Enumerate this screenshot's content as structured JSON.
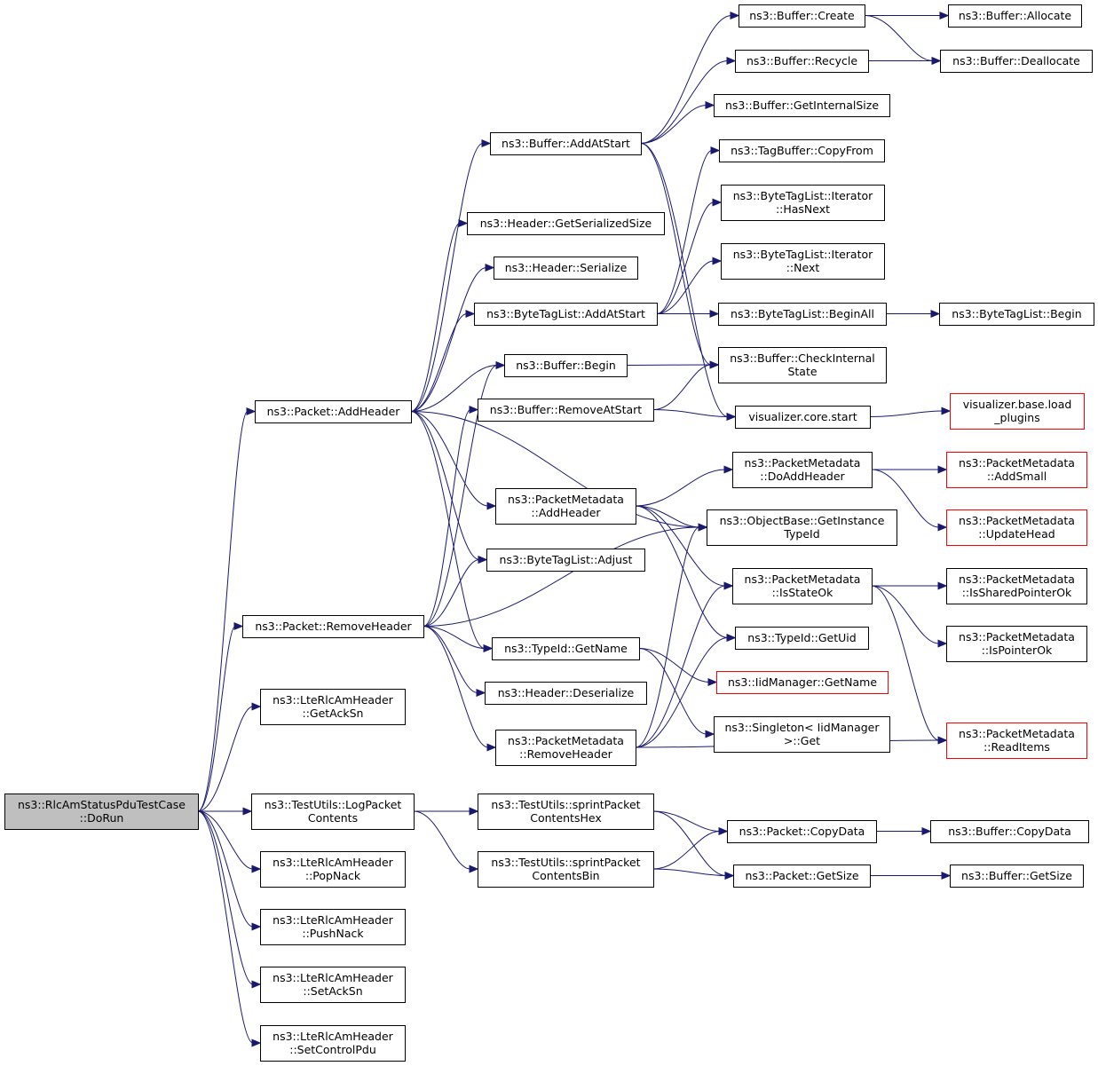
{
  "diagram": {
    "root": "DoRun",
    "colors": {
      "edge": "#191970",
      "root_fill": "#bfbfbf",
      "node_border": "#000000",
      "truncated_border": "#ff0000"
    },
    "nodes": [
      {
        "id": "DoRun",
        "lines": [
          "ns3::RlcAmStatusPduTestCase",
          "::DoRun"
        ],
        "root": true
      },
      {
        "id": "AddHeader",
        "lines": [
          "ns3::Packet::AddHeader"
        ]
      },
      {
        "id": "RemoveHeader",
        "lines": [
          "ns3::Packet::RemoveHeader"
        ]
      },
      {
        "id": "GetAckSn",
        "lines": [
          "ns3::LteRlcAmHeader",
          "::GetAckSn"
        ]
      },
      {
        "id": "LogPacketContents",
        "lines": [
          "ns3::TestUtils::LogPacket",
          "Contents"
        ]
      },
      {
        "id": "PopNack",
        "lines": [
          "ns3::LteRlcAmHeader",
          "::PopNack"
        ]
      },
      {
        "id": "PushNack",
        "lines": [
          "ns3::LteRlcAmHeader",
          "::PushNack"
        ]
      },
      {
        "id": "SetAckSn",
        "lines": [
          "ns3::LteRlcAmHeader",
          "::SetAckSn"
        ]
      },
      {
        "id": "SetControlPdu",
        "lines": [
          "ns3::LteRlcAmHeader",
          "::SetControlPdu"
        ]
      },
      {
        "id": "SprintHex",
        "lines": [
          "ns3::TestUtils::sprintPacket",
          "ContentsHex"
        ]
      },
      {
        "id": "SprintBin",
        "lines": [
          "ns3::TestUtils::sprintPacket",
          "ContentsBin"
        ]
      },
      {
        "id": "BufAddAtStart",
        "lines": [
          "ns3::Buffer::AddAtStart"
        ]
      },
      {
        "id": "HdrGetSerSize",
        "lines": [
          "ns3::Header::GetSerializedSize"
        ]
      },
      {
        "id": "HdrSerialize",
        "lines": [
          "ns3::Header::Serialize"
        ]
      },
      {
        "id": "BTLAddAtStart",
        "lines": [
          "ns3::ByteTagList::AddAtStart"
        ]
      },
      {
        "id": "BufBegin",
        "lines": [
          "ns3::Buffer::Begin"
        ]
      },
      {
        "id": "BufRemoveAtStart",
        "lines": [
          "ns3::Buffer::RemoveAtStart"
        ]
      },
      {
        "id": "PMAddHeader",
        "lines": [
          "ns3::PacketMetadata",
          "::AddHeader"
        ]
      },
      {
        "id": "BTLAdjust",
        "lines": [
          "ns3::ByteTagList::Adjust"
        ]
      },
      {
        "id": "TypeIdGetName",
        "lines": [
          "ns3::TypeId::GetName"
        ]
      },
      {
        "id": "HdrDeserialize",
        "lines": [
          "ns3::Header::Deserialize"
        ]
      },
      {
        "id": "PMRemoveHeader",
        "lines": [
          "ns3::PacketMetadata",
          "::RemoveHeader"
        ]
      },
      {
        "id": "BufCreate",
        "lines": [
          "ns3::Buffer::Create"
        ]
      },
      {
        "id": "BufRecycle",
        "lines": [
          "ns3::Buffer::Recycle"
        ]
      },
      {
        "id": "BufGetInternalSize",
        "lines": [
          "ns3::Buffer::GetInternalSize"
        ]
      },
      {
        "id": "TagBufCopyFrom",
        "lines": [
          "ns3::TagBuffer::CopyFrom"
        ]
      },
      {
        "id": "BTLItHasNext",
        "lines": [
          "ns3::ByteTagList::Iterator",
          "::HasNext"
        ]
      },
      {
        "id": "BTLItNext",
        "lines": [
          "ns3::ByteTagList::Iterator",
          "::Next"
        ]
      },
      {
        "id": "BTLBeginAll",
        "lines": [
          "ns3::ByteTagList::BeginAll"
        ]
      },
      {
        "id": "BufCheckInternalState",
        "lines": [
          "ns3::Buffer::CheckInternal",
          "State"
        ]
      },
      {
        "id": "VisCoreStart",
        "lines": [
          "visualizer.core.start"
        ]
      },
      {
        "id": "PMDoAddHeader",
        "lines": [
          "ns3::PacketMetadata",
          "::DoAddHeader"
        ]
      },
      {
        "id": "ObjGetInstanceTypeId",
        "lines": [
          "ns3::ObjectBase::GetInstance",
          "TypeId"
        ]
      },
      {
        "id": "PMIsStateOk",
        "lines": [
          "ns3::PacketMetadata",
          "::IsStateOk"
        ]
      },
      {
        "id": "TypeIdGetUid",
        "lines": [
          "ns3::TypeId::GetUid"
        ]
      },
      {
        "id": "IidMgrGetName",
        "lines": [
          "ns3::IidManager::GetName"
        ],
        "truncated": true
      },
      {
        "id": "SingletonGet",
        "lines": [
          "ns3::Singleton< IidManager",
          ">::Get"
        ]
      },
      {
        "id": "PktCopyData",
        "lines": [
          "ns3::Packet::CopyData"
        ]
      },
      {
        "id": "PktGetSize",
        "lines": [
          "ns3::Packet::GetSize"
        ]
      },
      {
        "id": "BufAllocate",
        "lines": [
          "ns3::Buffer::Allocate"
        ]
      },
      {
        "id": "BufDeallocate",
        "lines": [
          "ns3::Buffer::Deallocate"
        ]
      },
      {
        "id": "BTLBegin",
        "lines": [
          "ns3::ByteTagList::Begin"
        ]
      },
      {
        "id": "VisLoadPlugins",
        "lines": [
          "visualizer.base.load",
          "_plugins"
        ],
        "truncated": true
      },
      {
        "id": "PMAddSmall",
        "lines": [
          "ns3::PacketMetadata",
          "::AddSmall"
        ],
        "truncated": true
      },
      {
        "id": "PMUpdateHead",
        "lines": [
          "ns3::PacketMetadata",
          "::UpdateHead"
        ],
        "truncated": true
      },
      {
        "id": "PMIsSharedPointerOk",
        "lines": [
          "ns3::PacketMetadata",
          "::IsSharedPointerOk"
        ]
      },
      {
        "id": "PMIsPointerOk",
        "lines": [
          "ns3::PacketMetadata",
          "::IsPointerOk"
        ]
      },
      {
        "id": "PMReadItems",
        "lines": [
          "ns3::PacketMetadata",
          "::ReadItems"
        ],
        "truncated": true
      },
      {
        "id": "BufCopyData",
        "lines": [
          "ns3::Buffer::CopyData"
        ]
      },
      {
        "id": "BufGetSize",
        "lines": [
          "ns3::Buffer::GetSize"
        ]
      }
    ],
    "edges": [
      [
        "DoRun",
        "AddHeader"
      ],
      [
        "DoRun",
        "RemoveHeader"
      ],
      [
        "DoRun",
        "GetAckSn"
      ],
      [
        "DoRun",
        "LogPacketContents"
      ],
      [
        "DoRun",
        "SprintHex"
      ],
      [
        "DoRun",
        "PopNack"
      ],
      [
        "DoRun",
        "PushNack"
      ],
      [
        "DoRun",
        "SetAckSn"
      ],
      [
        "DoRun",
        "SetControlPdu"
      ],
      [
        "AddHeader",
        "BufAddAtStart"
      ],
      [
        "AddHeader",
        "HdrGetSerSize"
      ],
      [
        "AddHeader",
        "HdrSerialize"
      ],
      [
        "AddHeader",
        "BTLAddAtStart"
      ],
      [
        "AddHeader",
        "BufBegin"
      ],
      [
        "AddHeader",
        "PMAddHeader"
      ],
      [
        "AddHeader",
        "BTLAdjust"
      ],
      [
        "AddHeader",
        "TypeIdGetName"
      ],
      [
        "AddHeader",
        "ObjGetInstanceTypeId"
      ],
      [
        "RemoveHeader",
        "BufBegin"
      ],
      [
        "RemoveHeader",
        "BufRemoveAtStart"
      ],
      [
        "RemoveHeader",
        "BTLAdjust"
      ],
      [
        "RemoveHeader",
        "TypeIdGetName"
      ],
      [
        "RemoveHeader",
        "HdrDeserialize"
      ],
      [
        "RemoveHeader",
        "PMRemoveHeader"
      ],
      [
        "RemoveHeader",
        "ObjGetInstanceTypeId"
      ],
      [
        "LogPacketContents",
        "SprintHex"
      ],
      [
        "LogPacketContents",
        "SprintBin"
      ],
      [
        "SprintHex",
        "PktCopyData"
      ],
      [
        "SprintHex",
        "PktGetSize"
      ],
      [
        "SprintBin",
        "PktCopyData"
      ],
      [
        "SprintBin",
        "PktGetSize"
      ],
      [
        "BufAddAtStart",
        "BufCreate"
      ],
      [
        "BufAddAtStart",
        "BufRecycle"
      ],
      [
        "BufAddAtStart",
        "BufGetInternalSize"
      ],
      [
        "BufAddAtStart",
        "BufCheckInternalState"
      ],
      [
        "BufAddAtStart",
        "VisCoreStart"
      ],
      [
        "BufCreate",
        "BufAllocate"
      ],
      [
        "BufCreate",
        "BufDeallocate"
      ],
      [
        "BufRecycle",
        "BufDeallocate"
      ],
      [
        "BTLAddAtStart",
        "TagBufCopyFrom"
      ],
      [
        "BTLAddAtStart",
        "BTLItHasNext"
      ],
      [
        "BTLAddAtStart",
        "BTLItNext"
      ],
      [
        "BTLAddAtStart",
        "BTLBeginAll"
      ],
      [
        "BTLBeginAll",
        "BTLBegin"
      ],
      [
        "BufBegin",
        "BufCheckInternalState"
      ],
      [
        "BufRemoveAtStart",
        "BufCheckInternalState"
      ],
      [
        "BufRemoveAtStart",
        "VisCoreStart"
      ],
      [
        "VisCoreStart",
        "VisLoadPlugins"
      ],
      [
        "PMAddHeader",
        "PMDoAddHeader"
      ],
      [
        "PMAddHeader",
        "ObjGetInstanceTypeId"
      ],
      [
        "PMAddHeader",
        "PMIsStateOk"
      ],
      [
        "PMAddHeader",
        "TypeIdGetUid"
      ],
      [
        "PMDoAddHeader",
        "PMAddSmall"
      ],
      [
        "PMDoAddHeader",
        "PMUpdateHead"
      ],
      [
        "PMIsStateOk",
        "PMIsSharedPointerOk"
      ],
      [
        "PMIsStateOk",
        "PMIsPointerOk"
      ],
      [
        "PMIsStateOk",
        "PMReadItems"
      ],
      [
        "TypeIdGetName",
        "IidMgrGetName"
      ],
      [
        "TypeIdGetName",
        "SingletonGet"
      ],
      [
        "PMRemoveHeader",
        "ObjGetInstanceTypeId"
      ],
      [
        "PMRemoveHeader",
        "PMIsStateOk"
      ],
      [
        "PMRemoveHeader",
        "TypeIdGetUid"
      ],
      [
        "PMRemoveHeader",
        "PMReadItems"
      ],
      [
        "PktCopyData",
        "BufCopyData"
      ],
      [
        "PktGetSize",
        "BufGetSize"
      ]
    ]
  }
}
